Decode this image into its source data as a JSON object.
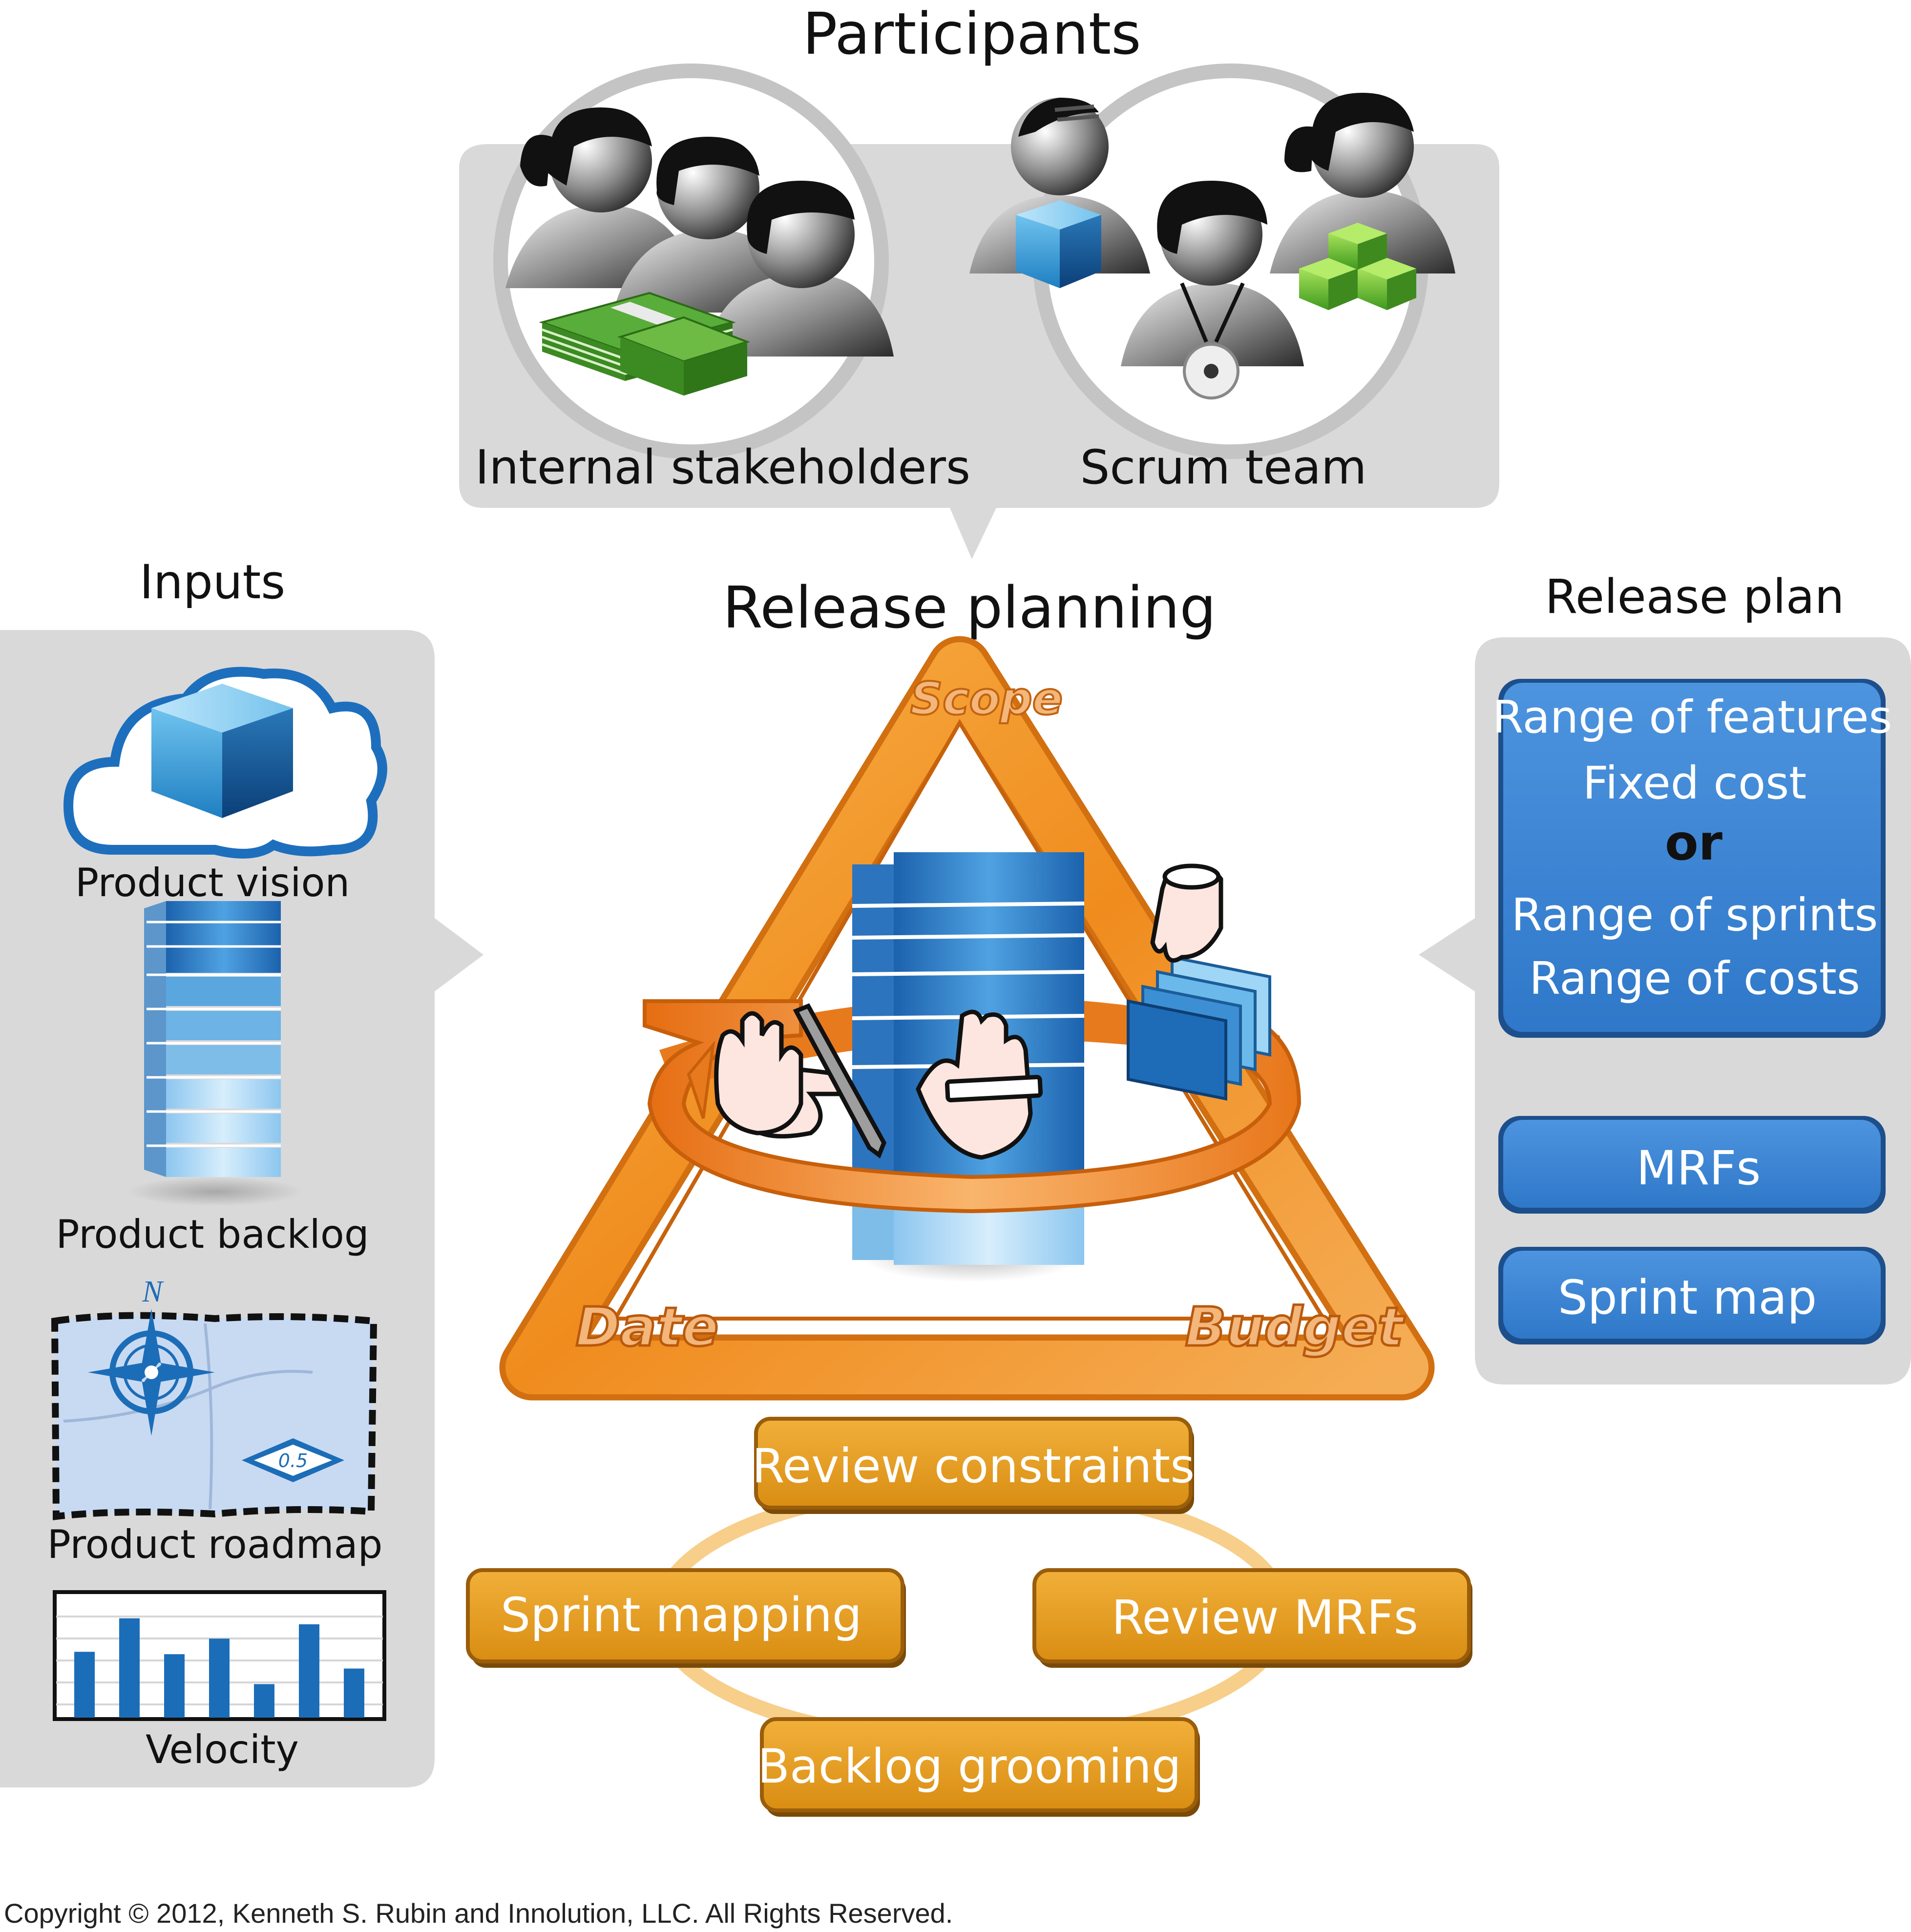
{
  "participants": {
    "title": "Participants",
    "groups": [
      {
        "label": "Internal stakeholders",
        "icon": "stakeholders-money-icon"
      },
      {
        "label": "Scrum team",
        "icon": "scrum-team-icon"
      }
    ]
  },
  "inputs": {
    "title": "Inputs",
    "items": [
      {
        "label": "Product vision",
        "icon": "cloud-cube-icon"
      },
      {
        "label": "Product backlog",
        "icon": "backlog-stack-icon"
      },
      {
        "label": "Product roadmap",
        "icon": "map-compass-icon",
        "compass_letter": "N",
        "map_badge": "0.5"
      },
      {
        "label": "Velocity",
        "icon": "velocity-chart-icon",
        "bars": [
          0.55,
          0.83,
          0.53,
          0.66,
          0.28,
          0.78,
          0.41
        ]
      }
    ]
  },
  "center": {
    "title": "Release planning",
    "triangle": {
      "top": "Scope",
      "left": "Date",
      "right": "Budget"
    },
    "activities": [
      "Review constraints",
      "Sprint mapping",
      "Review MRFs",
      "Backlog grooming"
    ]
  },
  "release_plan": {
    "title": "Release plan",
    "box1": {
      "line1": "Range of features",
      "line2": "Fixed cost",
      "or": "or",
      "line3": "Range of sprints",
      "line4": "Range of costs"
    },
    "box2": "MRFs",
    "box3": "Sprint map"
  },
  "colors": {
    "panel_gray": "#d9d9da",
    "box_blue": "#3f87d6",
    "orange": "#f39a2a",
    "activity_gold": "#e8a224",
    "cube_blue": "#3d9fd8",
    "money_green": "#5fb536"
  },
  "copyright": "Copyright © 2012, Kenneth S. Rubin and Innolution, LLC. All Rights Reserved."
}
